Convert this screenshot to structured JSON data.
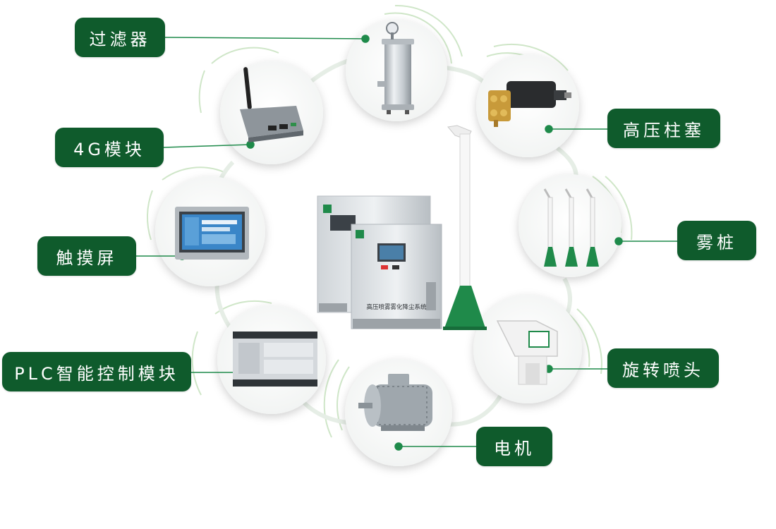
{
  "colors": {
    "label_bg": "#0f5b2c",
    "label_text": "#ffffff",
    "connector": "#1e8a4a",
    "accent_green": "#2f8f4a",
    "ring": "#b9dcb0",
    "steel": "#c9ced3"
  },
  "labels": {
    "filter": "过滤器",
    "router_4g": "4G模块",
    "touchscreen": "触摸屏",
    "plc": "PLC智能控制模块",
    "pump": "高压柱塞",
    "mist_post": "雾桩",
    "nozzle": "旋转喷头",
    "motor": "电机"
  },
  "center_unit": {
    "front_panel_text": "高压喷雾雾化降尘系统"
  },
  "icons": {
    "filter": "stainless-filter-icon",
    "router_4g": "4g-router-icon",
    "touchscreen": "hmi-touchscreen-icon",
    "plc": "plc-module-icon",
    "pump": "plunger-pump-icon",
    "mist_post": "mist-post-icon",
    "nozzle": "rotary-nozzle-icon",
    "motor": "electric-motor-icon"
  }
}
